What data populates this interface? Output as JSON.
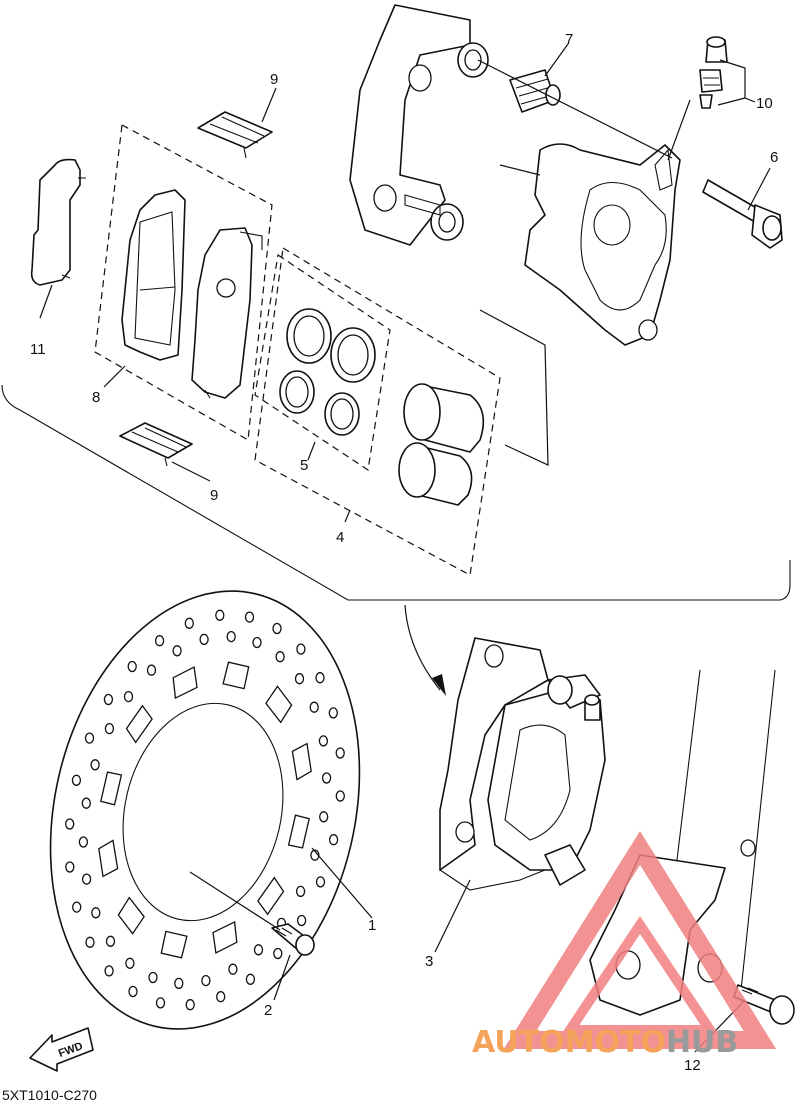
{
  "callouts": {
    "c1": "1",
    "c2": "2",
    "c3": "3",
    "c4": "4",
    "c5": "5",
    "c6": "6",
    "c7": "7",
    "c8": "8",
    "c9a": "9",
    "c9b": "9",
    "c10": "10",
    "c11": "11",
    "c12": "12"
  },
  "fwd_label": "FWD",
  "diagram_code": "5XT1010-C270",
  "watermark": {
    "part1": "AUTOMOTO",
    "part2": "HUB",
    "color1": "#f4a35a",
    "color2": "#9a9a9a",
    "logo_color": "#f08080"
  }
}
